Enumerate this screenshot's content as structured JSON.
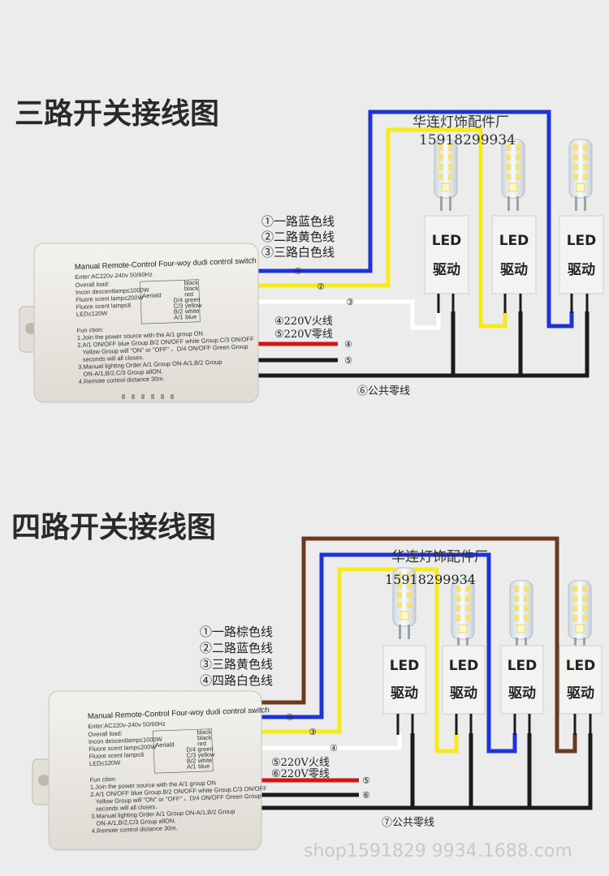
{
  "diagram1": {
    "title": "三路开关接线图",
    "watermark_name": "华连灯饰配件厂",
    "watermark_phone": "15918299934",
    "legend": [
      "①一路蓝色线",
      "②二路黄色线",
      "③三路白色线"
    ],
    "power_legend": [
      "④220V火线",
      "⑤220V零线"
    ],
    "common_label": "⑥公共零线",
    "wire_markers": [
      "①",
      "②",
      "③",
      "④",
      "⑤"
    ],
    "led_label": "LED",
    "driver_label": "驱动",
    "module": {
      "title": "Manual Remote-Control Four-woy dudi control switch",
      "enter": "Enter:AC220v-240v  50/60Hz",
      "load": [
        "Overall load:",
        "Incon descentlamp≤1000W",
        "Fluore scent lamp≤200W",
        "Fluore scent lamp≤6",
        "LED≤120W"
      ],
      "func": [
        "Fun ction:",
        "1.Join the power source with the A/1 group ON",
        "2.A/1 ON/OFF blue Group.B/2 ON/OFF white Group.C/3 ON/OFF",
        "Yellow Group will \"ON\" or \"OFF\" 、D/4 ON/OFF Green Group",
        "seconds will all closes.",
        "3.Manual lighting Order A/1 Group ON-A/1,B/2 Group",
        "ON-A/1,B/2,C/3 Group allON.",
        "4.Remote control distance 30m."
      ],
      "aerial": "Aeriald",
      "wires": [
        "black",
        "black",
        "red",
        "green",
        "yellow",
        "white",
        "blue"
      ],
      "channels": [
        "D/4",
        "C/3",
        "B/2",
        "A/1"
      ]
    }
  },
  "diagram2": {
    "title": "四路开关接线图",
    "watermark_name": "华连灯饰配件厂",
    "watermark_phone": "15918299934",
    "legend": [
      "①一路棕色线",
      "②二路蓝色线",
      "③三路黄色线",
      "④四路白色线"
    ],
    "power_legend": [
      "⑤220V火线",
      "⑥220V零线"
    ],
    "common_label": "⑦公共零线",
    "wire_markers": [
      "②",
      "③",
      "④",
      "⑤",
      "⑥"
    ],
    "led_label": "LED",
    "driver_label": "驱动",
    "module": {
      "title": "Manual Remote-Control Four-woy dudi control switch",
      "enter": "Enter:AC220v-240v  50/60Hz",
      "load": [
        "Overall load:",
        "Incon descentlamp≤1000W",
        "Fluore scent lamp≤200W",
        "Fluore scent lamp≤6",
        "LED≤120W"
      ],
      "func": [
        "Fun ction:",
        "1.Join the power source with the A/1 group ON",
        "2.A/1 ON/OFF blue Group.B/2 ON/OFF white Group.C/3 ON/OFF",
        "Yellow Group will \"ON\" or \"OFF\" 、D/4 ON/OFF Green Group",
        "seconds will all closes.",
        "3.Manual lighting Order A/1 Group ON-A/1,B/2 Group",
        "ON-A/1,B/2,C/3 Group allON.",
        "4.Remote control distance 30m."
      ],
      "aerial": "Aeriald",
      "wires": [
        "black",
        "black",
        "red",
        "green",
        "yellow",
        "white",
        "blue"
      ],
      "channels": [
        "D/4",
        "C/3",
        "B/2",
        "A/1"
      ]
    }
  },
  "footer_watermark": "shop1591829 9934.1688.com",
  "colors": {
    "blue": "#1d33d6",
    "yellow": "#f6ea1f",
    "brown": "#6b3a1e",
    "red": "#e01010",
    "black": "#1b1b1b",
    "white": "#ffffff"
  }
}
